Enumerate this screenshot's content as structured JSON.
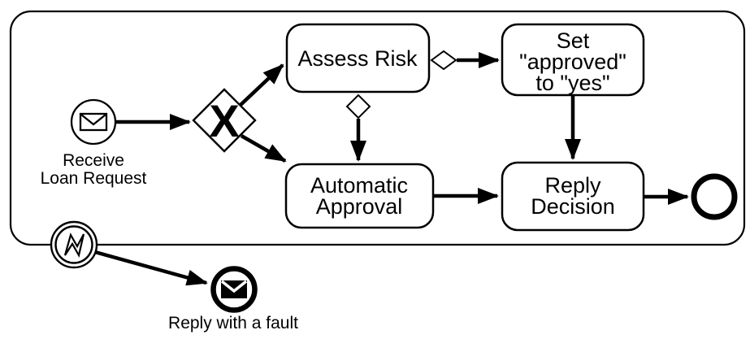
{
  "colors": {
    "ink": "#000000",
    "paper": "#ffffff"
  },
  "nodes": {
    "start_event": {
      "icon": "envelope-icon",
      "kind": "message-start-event",
      "label_lines": [
        "Receive",
        "Loan Request"
      ]
    },
    "exclusive_gateway": {
      "marker": "X",
      "kind": "exclusive-gateway"
    },
    "assess_risk_task": {
      "label_lines": [
        "Assess Risk"
      ]
    },
    "set_approved_task": {
      "label_lines": [
        "Set",
        "\"approved\"",
        "to \"yes\""
      ]
    },
    "automatic_approval_task": {
      "label_lines": [
        "Automatic",
        "Approval"
      ]
    },
    "reply_decision_task": {
      "label_lines": [
        "Reply",
        "Decision"
      ]
    },
    "end_event": {
      "kind": "end-event"
    },
    "error_boundary_event": {
      "kind": "error-boundary-event",
      "icon": "error-zigzag-icon"
    },
    "fault_end_event": {
      "kind": "message-end-event",
      "icon": "filled-envelope-icon",
      "label": "Reply with a fault"
    }
  }
}
